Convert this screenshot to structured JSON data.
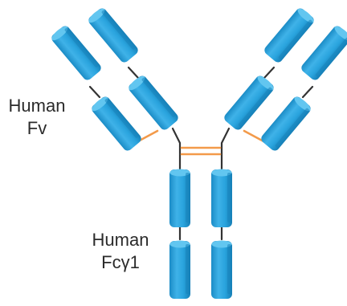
{
  "labels": {
    "fv_line1": "Human",
    "fv_line2": "Fv",
    "fc_line1": "Human",
    "fc_line2": "Fcγ1"
  },
  "colors": {
    "domain_fill": "#29a3dc",
    "domain_top": "#62c6f0",
    "domain_side": "#1784bb",
    "linker": "#333333",
    "disulfide": "#f39a4a",
    "text": "#2b2b2b"
  },
  "structure": {
    "heavy_chain_domains_per_chain": 4,
    "light_chain_domains_per_chain": 2,
    "interchain_disulfide_bonds_hinge": 2,
    "heavy_light_disulfide_bonds": 2
  }
}
